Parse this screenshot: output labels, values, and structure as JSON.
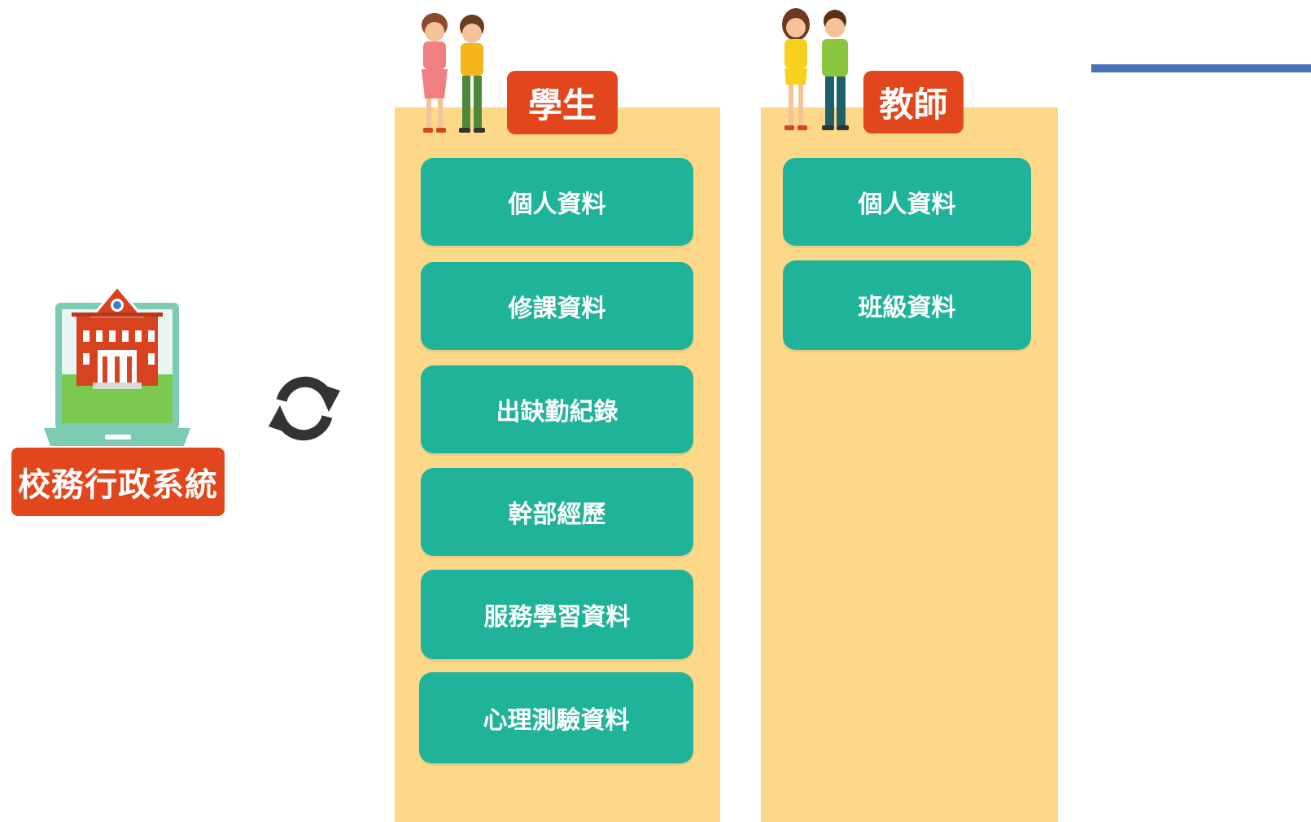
{
  "school_system": {
    "label": "校務行政系統"
  },
  "sync_icon": "sync-arrows-icon",
  "roles": {
    "student": {
      "label": "學生",
      "items": [
        "個人資料",
        "修課資料",
        "出缺勤紀錄",
        "幹部經歷",
        "服務學習資料",
        "心理測驗資料"
      ]
    },
    "teacher": {
      "label": "教師",
      "items": [
        "個人資料",
        "班級資料"
      ]
    }
  },
  "colors": {
    "accent_red": "#e2461c",
    "teal": "#1fb39a",
    "panel_yellow": "#fcd888",
    "accent_blue": "#4a73b8"
  }
}
